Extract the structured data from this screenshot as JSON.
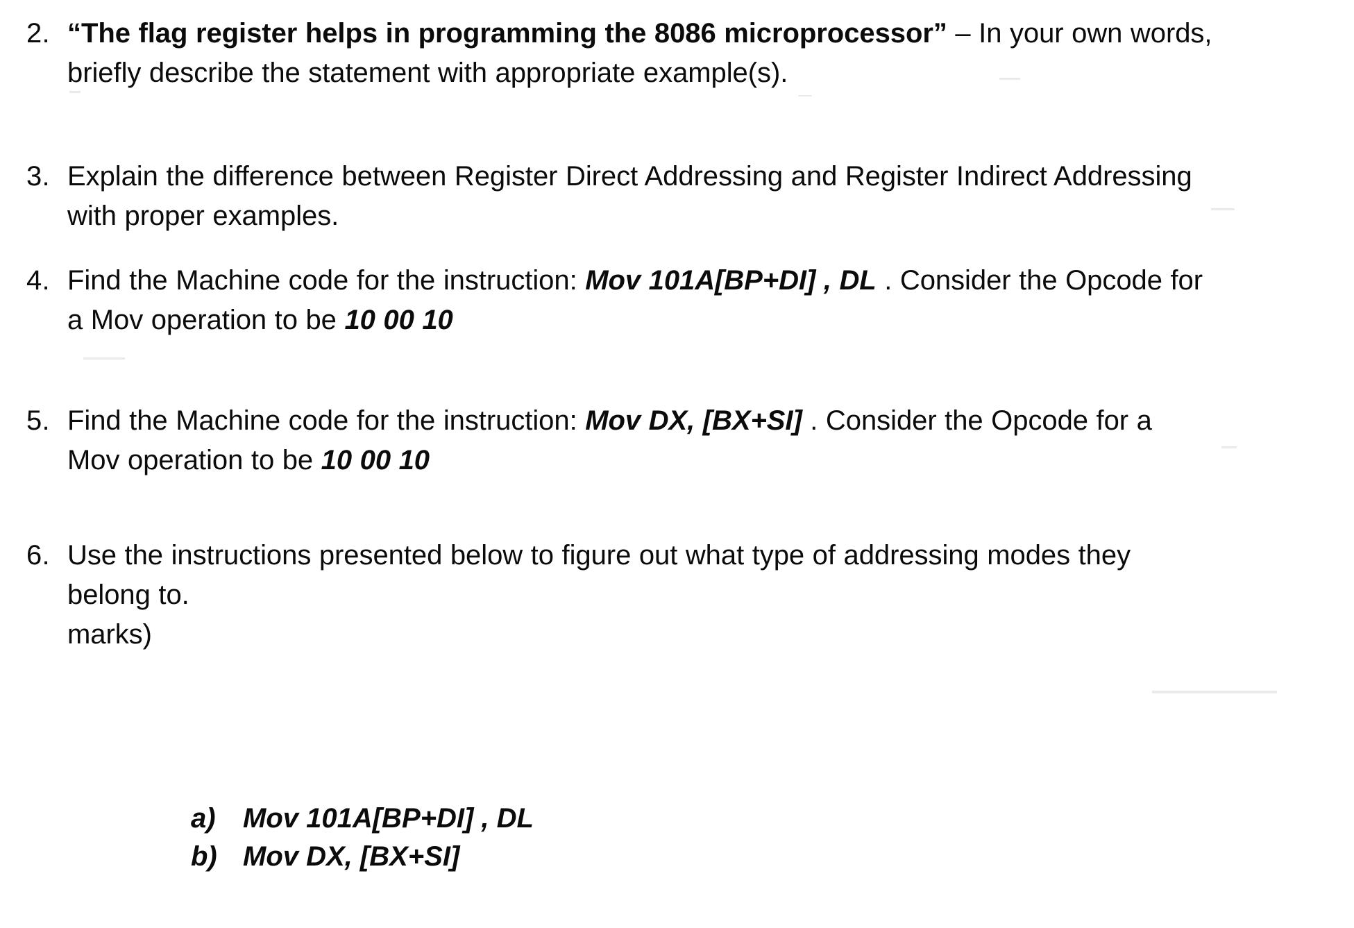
{
  "document": {
    "type": "scanned-question-sheet",
    "background_color": "#ffffff",
    "text_color": "#0b0b0b"
  },
  "questions": [
    {
      "number": "2.",
      "lines": [
        [
          {
            "text": "“The flag register helps in programming the 8086 microprocessor”",
            "style": "bold"
          },
          {
            "text": " – In your own words,",
            "style": "regular"
          }
        ],
        [
          {
            "text": "briefly describe the statement with appropriate example(s).",
            "style": "regular"
          }
        ]
      ]
    },
    {
      "number": "3.",
      "lines": [
        [
          {
            "text": "Explain the difference between Register Direct Addressing and Register Indirect Addressing",
            "style": "regular"
          }
        ],
        [
          {
            "text": "with proper examples.",
            "style": "regular"
          }
        ]
      ]
    },
    {
      "number": "4.",
      "lines": [
        [
          {
            "text": "Find the Machine code for the instruction: ",
            "style": "regular"
          },
          {
            "text": "Mov 101A[BP+DI] , DL",
            "style": "bold-italic"
          },
          {
            "text": " . Consider the Opcode for",
            "style": "regular"
          }
        ],
        [
          {
            "text": "a Mov operation to be ",
            "style": "regular"
          },
          {
            "text": "10 00 10",
            "style": "bold-italic"
          }
        ]
      ]
    },
    {
      "number": "5.",
      "lines": [
        [
          {
            "text": "Find the Machine code for the instruction: ",
            "style": "regular"
          },
          {
            "text": "Mov DX, [BX+SI]",
            "style": "bold-italic"
          },
          {
            "text": " . Consider the Opcode for a",
            "style": "regular"
          }
        ],
        [
          {
            "text": "Mov operation to be ",
            "style": "regular"
          },
          {
            "text": "10 00 10",
            "style": "bold-italic"
          }
        ]
      ]
    },
    {
      "number": "6.",
      "lines": [
        [
          {
            "text": "Use the instructions presented below to figure out what type of addressing modes they",
            "style": "regular"
          }
        ],
        [
          {
            "text": "belong to.",
            "style": "regular"
          }
        ],
        [
          {
            "text": "marks)",
            "style": "regular"
          }
        ]
      ]
    }
  ],
  "sub_items": [
    {
      "label": "a)",
      "text": "Mov 101A[BP+DI] , DL"
    },
    {
      "label": "b)",
      "text": "Mov DX, [BX+SI]"
    }
  ]
}
